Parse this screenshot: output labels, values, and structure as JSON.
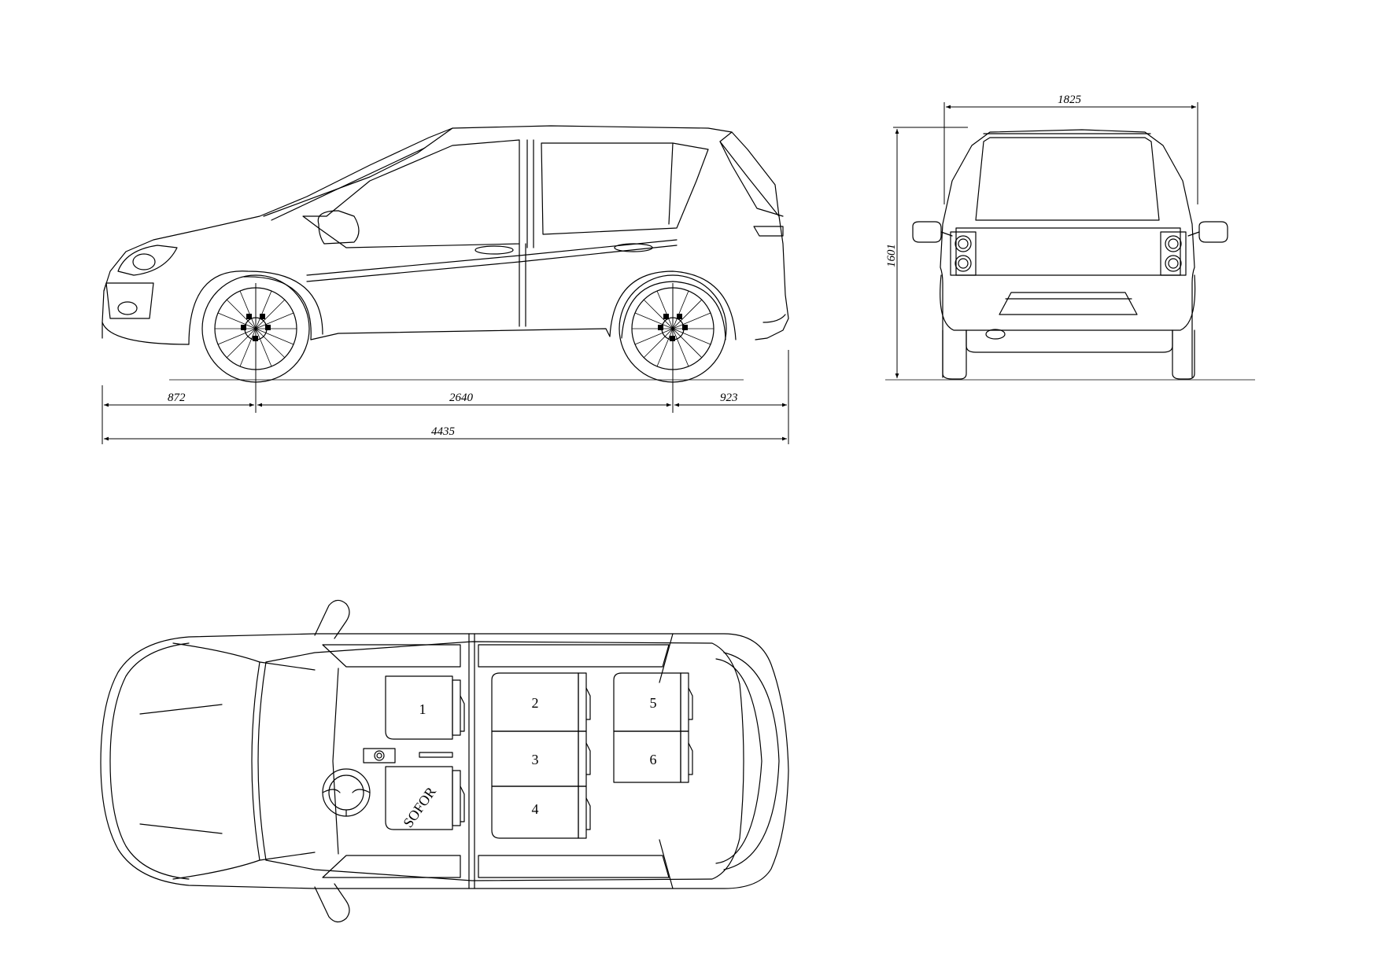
{
  "dimensions": {
    "front_overhang": "872",
    "wheelbase": "2640",
    "rear_overhang": "923",
    "overall_length": "4435",
    "overall_width": "1825",
    "overall_height": "1601"
  },
  "seats": {
    "seat_1": "1",
    "seat_2": "2",
    "seat_3": "3",
    "seat_4": "4",
    "seat_5": "5",
    "seat_6": "6",
    "driver": "SOFOR"
  }
}
